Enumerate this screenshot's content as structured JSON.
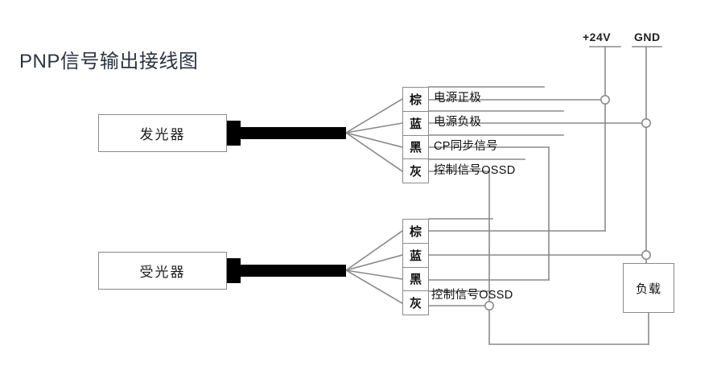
{
  "title": "PNP信号输出接线图",
  "devices": {
    "emitter": "发光器",
    "receiver": "受光器",
    "load": "负载"
  },
  "rails": {
    "positive": "+24V",
    "ground": "GND"
  },
  "terminal_top": {
    "cells": [
      {
        "color_code": "棕",
        "label": "电源正极"
      },
      {
        "color_code": "蓝",
        "label": "电源负极"
      },
      {
        "color_code": "黑",
        "label": "CP同步信号"
      },
      {
        "color_code": "灰",
        "label": "控制信号OSSD"
      }
    ]
  },
  "terminal_bottom": {
    "cells": [
      {
        "color_code": "棕",
        "label": ""
      },
      {
        "color_code": "蓝",
        "label": ""
      },
      {
        "color_code": "黑",
        "label": ""
      },
      {
        "color_code": "灰",
        "label": "控制信号OSSD"
      }
    ]
  },
  "colors": {
    "wire": "#8a8a8a",
    "cable": "#000000",
    "box_border": "#8a8a8a",
    "title_text": "#2b3340",
    "background": "#ffffff"
  }
}
